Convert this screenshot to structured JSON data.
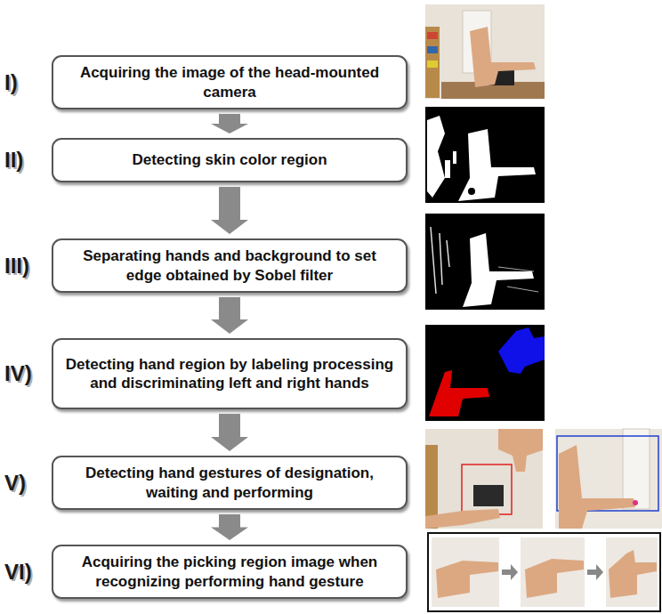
{
  "diagram": {
    "nodes": [
      {
        "text": [
          "I)",
          "Acquiring the image of the head-mounted camera"
        ]
      },
      {
        "text": [
          "II)",
          "Detecting skin color region"
        ]
      },
      {
        "text": [
          "III)",
          "Separating hands and background to set edge obtained by Sobel filter"
        ]
      },
      {
        "text": [
          "IV)",
          "Detecting hand region by labeling processing and discriminating left and right hands"
        ]
      },
      {
        "text": [
          "V)",
          "Detecting hand gestures of designation, waiting and performing"
        ]
      },
      {
        "text": [
          "VI)",
          "Acquiring the picking region image when recognizing performing hand gesture"
        ]
      }
    ],
    "edges": [
      {
        "from": 0,
        "to": 1,
        "arrow": "to"
      },
      {
        "from": 1,
        "to": 2,
        "arrow": "to"
      },
      {
        "from": 2,
        "to": 3,
        "arrow": "to"
      },
      {
        "from": 3,
        "to": 4,
        "arrow": "to"
      },
      {
        "from": 4,
        "to": 5,
        "arrow": "to"
      }
    ]
  }
}
